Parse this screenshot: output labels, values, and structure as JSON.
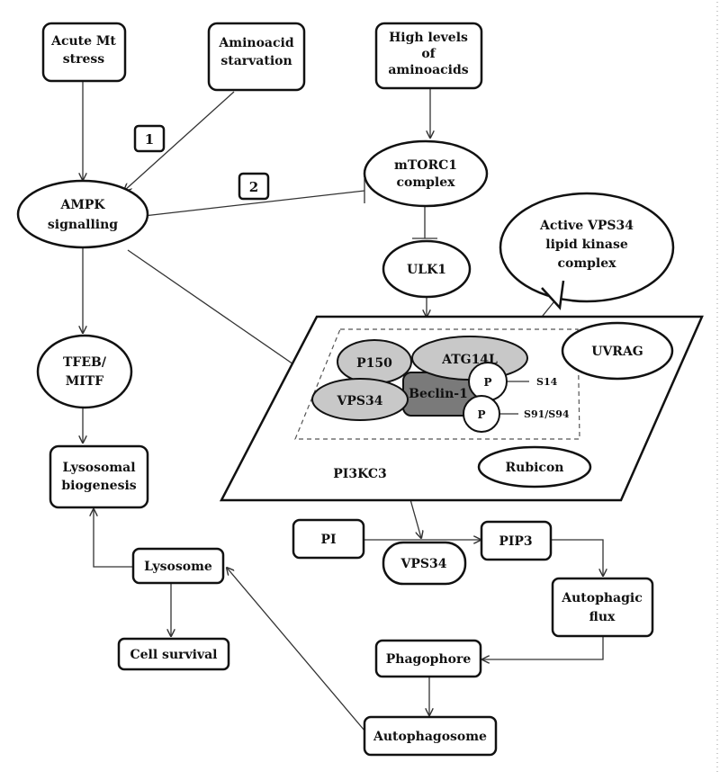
{
  "nodes": {
    "acute_mt": [
      "Acute Mt",
      "stress"
    ],
    "aminoacid_starvation": [
      "Aminoacid",
      "starvation"
    ],
    "high_aminoacids": [
      "High levels",
      "of",
      "aminoacids"
    ],
    "mtorc1": [
      "mTORC1",
      "complex"
    ],
    "ampk": [
      "AMPK",
      "signalling"
    ],
    "ulk1": "ULK1",
    "active_vps34_callout": [
      "Active VPS34",
      "lipid kinase",
      "complex"
    ],
    "tfeb": [
      "TFEB/",
      "MITF"
    ],
    "lysosomal_biogenesis": [
      "Lysosomal",
      "biogenesis"
    ],
    "lysosome": "Lysosome",
    "cell_survival": "Cell survival",
    "pi": "PI",
    "vps34_flow": "VPS34",
    "pip3": "PIP3",
    "autophagic_flux": [
      "Autophagic",
      "flux"
    ],
    "phagophore": "Phagophore",
    "autophagosome": "Autophagosome"
  },
  "complex": {
    "platform_label": "PI3KC3",
    "p150": "P150",
    "atg14l": "ATG14L",
    "vps34": "VPS34",
    "beclin1": "Beclin-1",
    "phospho": "P",
    "site_s14": "S14",
    "site_s91_s94": "S91/S94",
    "uvrag": "UVRAG",
    "rubicon": "Rubicon"
  },
  "markers": {
    "one": "1",
    "two": "2"
  },
  "colors": {
    "stroke": "#111111",
    "light_gray": "#c8c8c8",
    "dark_gray": "#7a7a7a",
    "background": "#ffffff"
  }
}
